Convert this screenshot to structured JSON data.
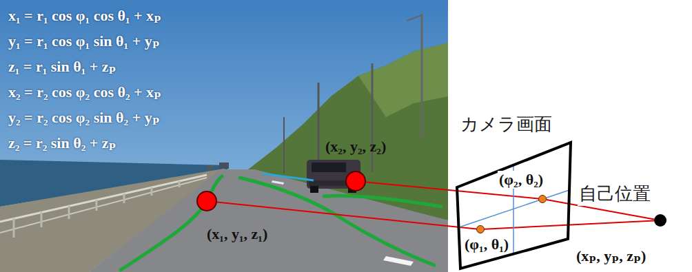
{
  "diagram": {
    "nodes": [
      {
        "text": [
          "(x₁, y₁, z₁)"
        ]
      },
      {
        "text": [
          "(x₂, y₂, z₂)"
        ]
      },
      {
        "text": [
          "カメラ画面"
        ]
      },
      {
        "text": [
          "(φ₁, θ₁)"
        ],
        "in": 2
      },
      {
        "text": [
          "(φ₂, θ₂)"
        ],
        "in": 2
      },
      {
        "text": [
          "自己位置",
          "(xₚ, yₚ, zₚ)"
        ]
      }
    ],
    "edges": [
      {
        "from": 0,
        "to": 3,
        "arrow": "none"
      },
      {
        "from": 3,
        "to": 5,
        "arrow": "none"
      },
      {
        "from": 1,
        "to": 4,
        "arrow": "none"
      },
      {
        "from": 4,
        "to": 5,
        "arrow": "none"
      }
    ],
    "labels": [
      "x₁ = r₁ cos φ₁ cos θ₁ + xₚ",
      "y₁ = r₁ cos φ₁ sin θ₁ + yₚ",
      "z₁ = r₁ sin θ₁ + zₚ",
      "x₂ = r₂ cos φ₂ cos θ₂ + xₚ",
      "y₂ = r₂ cos φ₂ sin θ₂ + yₚ",
      "z₂ = r₂ sin θ₂ + zₚ"
    ]
  }
}
